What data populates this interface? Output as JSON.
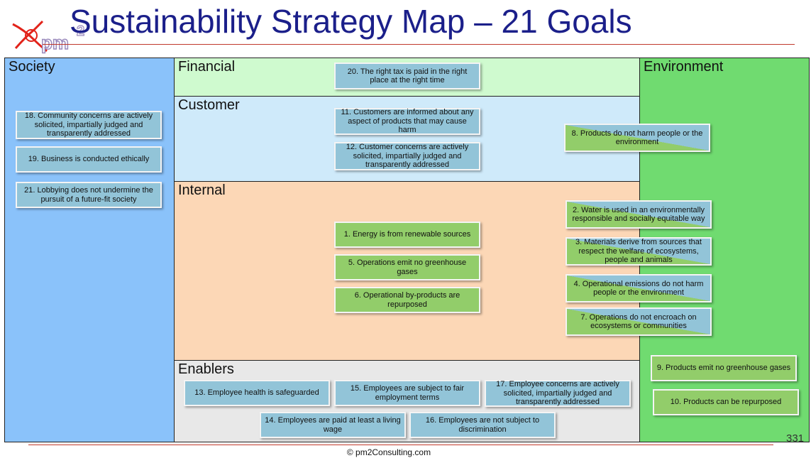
{
  "slide": {
    "title": "Sustainability Strategy Map – 21 Goals",
    "footer": "© pm2Consulting.com",
    "page_number": "331"
  },
  "logo": {
    "text": "pm",
    "superscript": "2"
  },
  "regions": {
    "society": "Society",
    "financial": "Financial",
    "customer": "Customer",
    "internal": "Internal",
    "enablers": "Enablers",
    "environment": "Environment"
  },
  "goals": {
    "g1": "1. Energy is from renewable sources",
    "g2": "2. Water is used in an environmentally responsible and socially equitable way",
    "g3": "3. Materials derive from sources that respect the welfare of ecosystems, people and animals",
    "g4": "4. Operational emissions do not harm people or the environment",
    "g5": "5. Operations emit no greenhouse gases",
    "g6": "6. Operational by-products are repurposed",
    "g7": "7. Operations do not encroach on ecosystems or communities",
    "g8": "8. Products do not harm people or the environment",
    "g9": "9. Products emit no greenhouse gases",
    "g10": "10. Products can be repurposed",
    "g11": "11. Customers are informed about any aspect of products that may cause harm",
    "g12": "12. Customer concerns are actively solicited, impartially judged and transparently addressed",
    "g13": "13. Employee health is safeguarded",
    "g14": "14. Employees are paid at least a living wage",
    "g15": "15. Employees are subject to fair employment terms",
    "g16": "16. Employees are not subject to discrimination",
    "g17": "17. Employee concerns are actively solicited, impartially judged and transparently addressed",
    "g18": "18. Community concerns are actively solicited, impartially judged and transparently addressed",
    "g19": "19. Business is conducted ethically",
    "g20": "20. The right tax is paid in the right place at the right time",
    "g21": "21. Lobbying does not undermine the pursuit of a future-fit society"
  },
  "colors": {
    "title": "#1b1f8a",
    "accent_rule": "#c0392b",
    "society": "#8ac2fa",
    "financial": "#cffacf",
    "customer": "#cfeafa",
    "internal": "#fcd7b6",
    "enablers": "#e8e8e8",
    "environment": "#70db70",
    "goal_blue": "#92c4d8",
    "goal_green": "#92cd6a"
  }
}
